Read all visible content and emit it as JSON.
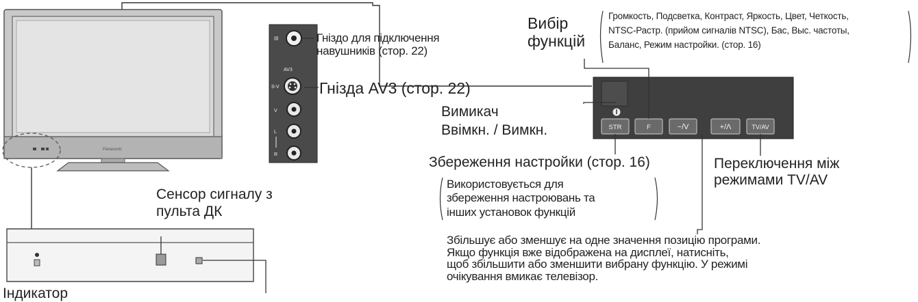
{
  "labels": {
    "headphone_jack": [
      "Гніздо для підключення",
      "навушників (стор. 22)"
    ],
    "av3_jacks": "Гнізда AV3 (стор. 22)",
    "function_select": [
      "Вибір",
      "функцій"
    ],
    "function_list": [
      "Громкость, Подсветка, Контраст, Яркость, Цвет, Четкость,",
      "NTSC-Растр. (прийом сигналів NTSC), Бас, Выс. частоты,",
      "Баланс, Режим настройки. (стор. 16)"
    ],
    "power_switch": [
      "Вимикач",
      "Ввімкн. / Вимкн."
    ],
    "store_setting": "Збереження    настройки (стор. 16)",
    "store_description": [
      "Використовується для",
      "збереження настроювань та",
      "інших установок функцій"
    ],
    "tv_av_switch": [
      "Переключення    між",
      "режимами TV/AV"
    ],
    "remote_sensor": [
      "Сенсор    сигналу    з",
      "пульта   ДК"
    ],
    "volume_description": [
      "Збільшує або зменшує на одне значення позицію програми.",
      "Якщо функція вже відображена на дисплеї, натисніть,",
      "щоб збільшити або зменшити вибрану функцію. У режимі",
      "очікування вмикає телевізор."
    ],
    "indicator": "Індикатор"
  },
  "panel_buttons": {
    "str": "STR",
    "f": "F",
    "minus_v": "−/V",
    "plus_a": "+/Λ",
    "tv_av": "TV/AV"
  },
  "side_panel": {
    "av3": "AV3",
    "s_v": "S-V",
    "v": "V",
    "l": "L",
    "r": "R",
    "brand": "Panasonic"
  }
}
